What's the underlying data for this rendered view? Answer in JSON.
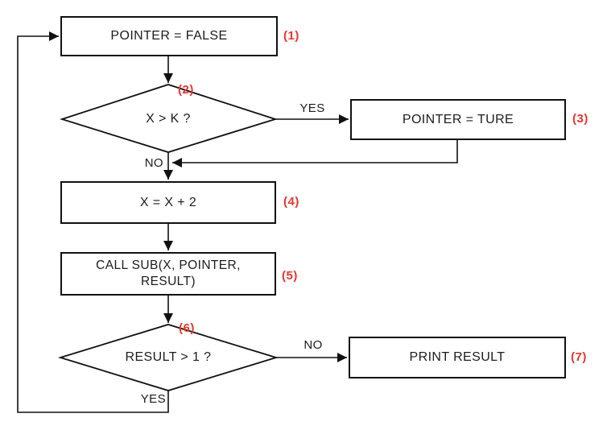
{
  "diagram_type": "flowchart",
  "colors": {
    "line": "#111111",
    "text": "#1c1c1c",
    "step_label": "#e8352c",
    "node_fill": "#ffffff",
    "background": "#ffffff"
  },
  "flowchart": {
    "nodes": {
      "n1": {
        "shape": "process",
        "text": "POINTER = FALSE",
        "step": "(1)"
      },
      "n2": {
        "shape": "decision",
        "text": "X > K ?",
        "step": "(2)"
      },
      "n3": {
        "shape": "process",
        "text": "POINTER = TURE",
        "step": "(3)"
      },
      "n4": {
        "shape": "process",
        "text": "X = X + 2",
        "step": "(4)"
      },
      "n5": {
        "shape": "process",
        "text_line1": "CALL SUB(X, POINTER,",
        "text_line2": "RESULT)",
        "step": "(5)"
      },
      "n6": {
        "shape": "decision",
        "text": "RESULT > 1 ?",
        "step": "(6)"
      },
      "n7": {
        "shape": "process",
        "text": "PRINT RESULT",
        "step": "(7)"
      }
    },
    "edge_labels": {
      "n2_yes": "YES",
      "n2_no": "NO",
      "n6_no": "NO",
      "n6_yes": "YES"
    }
  }
}
